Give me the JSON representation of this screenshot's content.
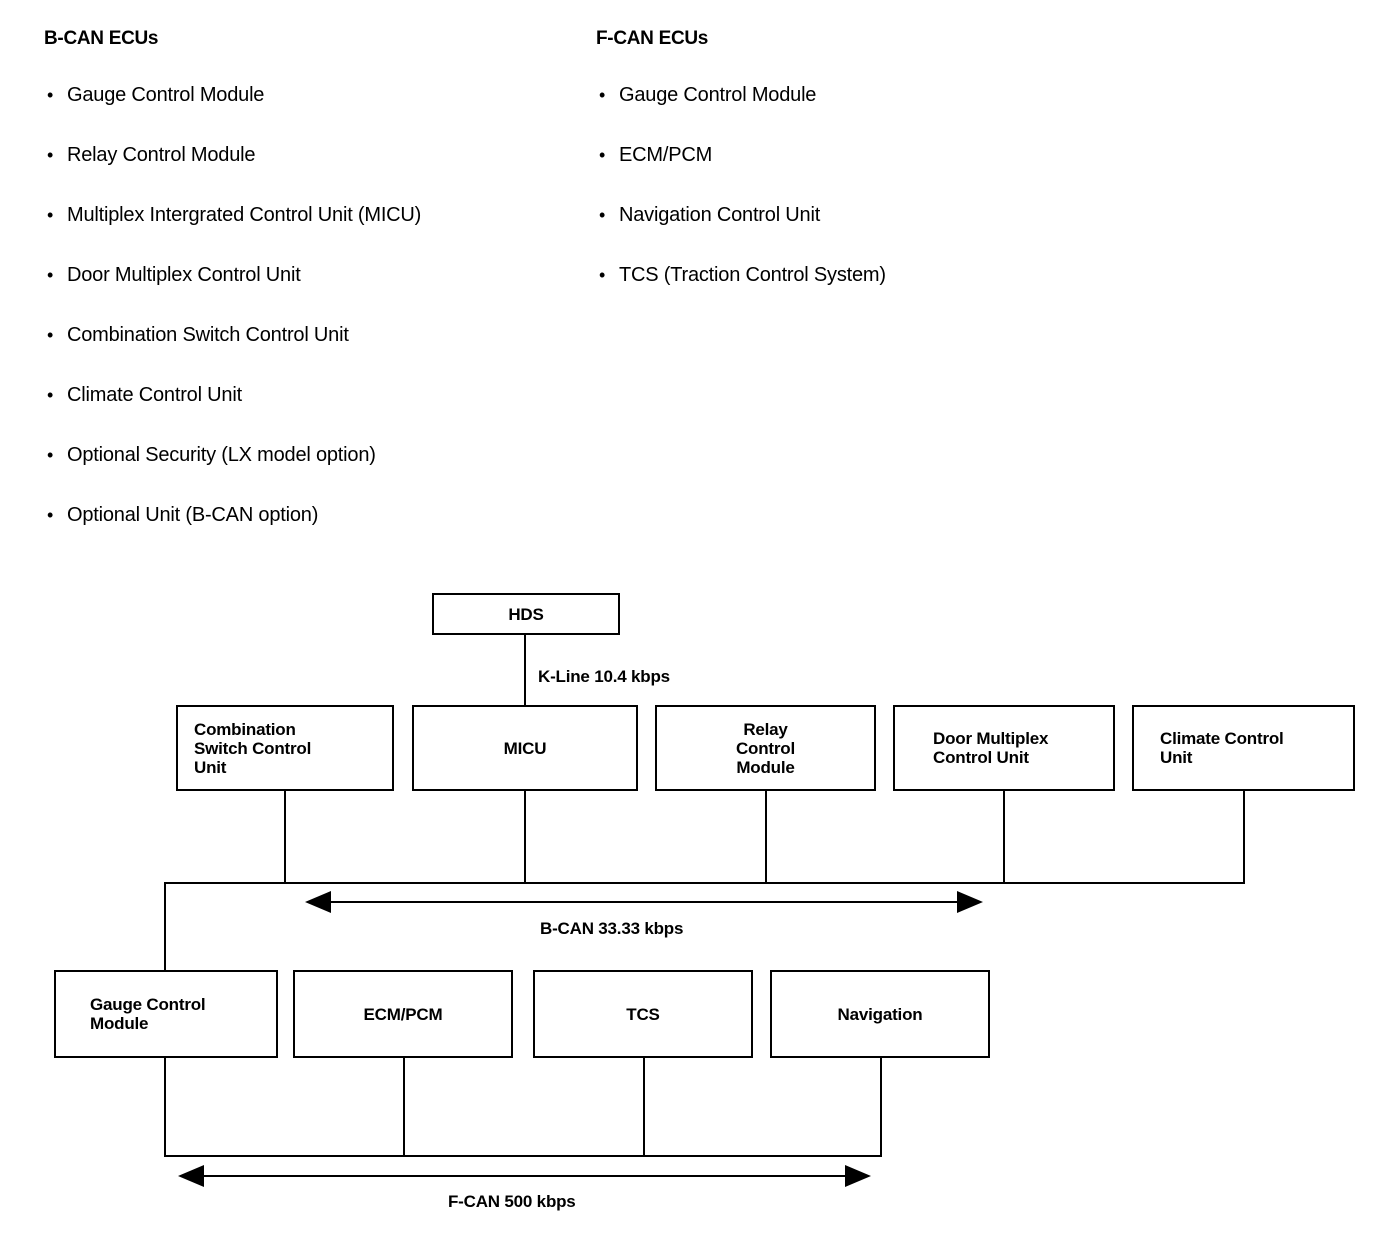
{
  "columns": [
    {
      "heading": "B-CAN ECUs",
      "bullet": "•",
      "items": [
        "Gauge Control Module",
        "Relay Control Module",
        "Multiplex Intergrated Control Unit (MICU)",
        "Door Multiplex Control Unit",
        "Combination Switch Control Unit",
        "Climate Control Unit",
        "Optional Security (LX model option)",
        "Optional Unit (B-CAN option)"
      ]
    },
    {
      "heading": "F-CAN ECUs",
      "bullet": "•",
      "items": [
        "Gauge Control Module",
        "ECM/PCM",
        "Navigation Control Unit",
        "TCS (Traction Control System)"
      ]
    }
  ],
  "diagram": {
    "tool": {
      "label": "HDS"
    },
    "kline_label": "K-Line 10.4 kbps",
    "bcan_label": "B-CAN 33.33 kbps",
    "fcan_label": "F-CAN 500 kbps",
    "bcan_nodes": [
      {
        "label": "Combination\nSwitch Control\nUnit"
      },
      {
        "label": "MICU"
      },
      {
        "label": "Relay\nControl\nModule"
      },
      {
        "label": "Door Multiplex\nControl Unit"
      },
      {
        "label": "Climate Control\nUnit"
      }
    ],
    "fcan_nodes": [
      {
        "label": "Gauge Control\nModule"
      },
      {
        "label": "ECM/PCM"
      },
      {
        "label": "TCS"
      },
      {
        "label": "Navigation"
      }
    ]
  },
  "colors": {
    "ink": "#000000",
    "paper": "#ffffff"
  }
}
